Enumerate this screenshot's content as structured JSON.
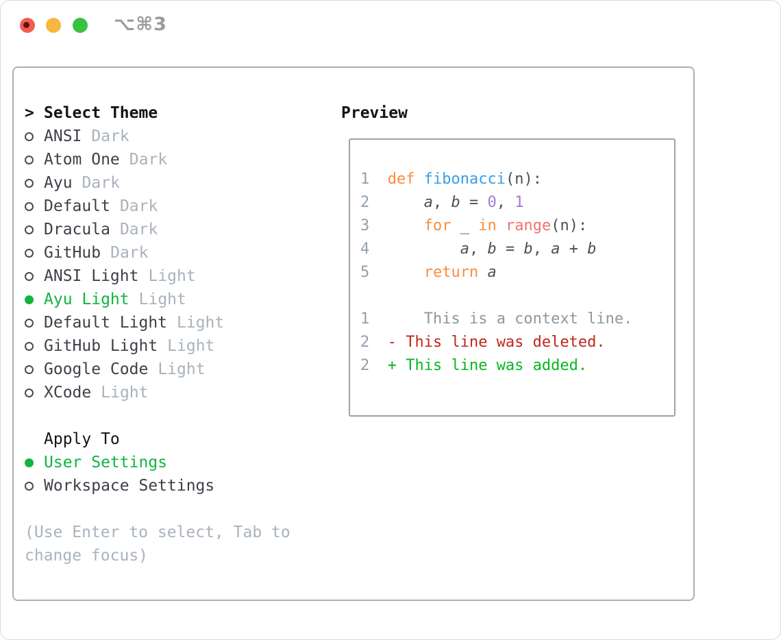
{
  "titlebar": {
    "shortcut": "⌥⌘3"
  },
  "theme_picker": {
    "pointer": ">",
    "title": "Select Theme",
    "items": [
      {
        "name": "ANSI",
        "variant": "Dark",
        "state": "normal"
      },
      {
        "name": "Atom One",
        "variant": "Dark",
        "state": "normal"
      },
      {
        "name": "Ayu",
        "variant": "Dark",
        "state": "normal"
      },
      {
        "name": "Default",
        "variant": "Dark",
        "state": "normal"
      },
      {
        "name": "Dracula",
        "variant": "Dark",
        "state": "normal"
      },
      {
        "name": "GitHub",
        "variant": "Dark",
        "state": "normal"
      },
      {
        "name": "ANSI Light",
        "variant": "Light",
        "state": "normal"
      },
      {
        "name": "Ayu Light",
        "variant": "Light",
        "state": "selected"
      },
      {
        "name": "Default Light",
        "variant": "Light",
        "state": "normal"
      },
      {
        "name": "GitHub Light",
        "variant": "Light",
        "state": "normal"
      },
      {
        "name": "Google Code",
        "variant": "Light",
        "state": "normal"
      },
      {
        "name": "XCode",
        "variant": "Light",
        "state": "normal"
      }
    ]
  },
  "apply_to": {
    "title": "Apply To",
    "options": [
      {
        "label": "User Settings",
        "state": "selected"
      },
      {
        "label": "Workspace Settings",
        "state": "normal"
      }
    ]
  },
  "help": {
    "text": "(Use Enter to select, Tab to change focus)"
  },
  "preview": {
    "title": "Preview",
    "lines": [
      {
        "segments": [
          {
            "c": "num",
            "t": "1  "
          },
          {
            "c": "kw",
            "t": "def "
          },
          {
            "c": "fn",
            "t": "fibonacci"
          },
          {
            "c": "pl",
            "t": "(n):"
          }
        ]
      },
      {
        "segments": [
          {
            "c": "num",
            "t": "2  "
          },
          {
            "c": "pl",
            "t": "    "
          },
          {
            "c": "var",
            "t": "a"
          },
          {
            "c": "pl",
            "t": ", "
          },
          {
            "c": "var",
            "t": "b"
          },
          {
            "c": "pl",
            "t": " = "
          },
          {
            "c": "const",
            "t": "0"
          },
          {
            "c": "pl",
            "t": ", "
          },
          {
            "c": "const",
            "t": "1"
          }
        ]
      },
      {
        "segments": [
          {
            "c": "num",
            "t": "3  "
          },
          {
            "c": "pl",
            "t": "    "
          },
          {
            "c": "kw",
            "t": "for"
          },
          {
            "c": "pl",
            "t": " _ "
          },
          {
            "c": "kw",
            "t": "in "
          },
          {
            "c": "call",
            "t": "range"
          },
          {
            "c": "pl",
            "t": "(n):"
          }
        ]
      },
      {
        "segments": [
          {
            "c": "num",
            "t": "4  "
          },
          {
            "c": "pl",
            "t": "        "
          },
          {
            "c": "var",
            "t": "a"
          },
          {
            "c": "pl",
            "t": ", "
          },
          {
            "c": "var",
            "t": "b"
          },
          {
            "c": "pl",
            "t": " = "
          },
          {
            "c": "var",
            "t": "b"
          },
          {
            "c": "pl",
            "t": ", "
          },
          {
            "c": "var",
            "t": "a"
          },
          {
            "c": "pl",
            "t": " + "
          },
          {
            "c": "var",
            "t": "b"
          }
        ]
      },
      {
        "segments": [
          {
            "c": "num",
            "t": "5  "
          },
          {
            "c": "pl",
            "t": "    "
          },
          {
            "c": "kw",
            "t": "return "
          },
          {
            "c": "var",
            "t": "a"
          }
        ]
      },
      {
        "segments": []
      },
      {
        "segments": [
          {
            "c": "num",
            "t": "1"
          },
          {
            "c": "pl",
            "t": "      "
          },
          {
            "c": "ctx",
            "t": "This is a context line."
          }
        ]
      },
      {
        "segments": [
          {
            "c": "num",
            "t": "2"
          },
          {
            "c": "pl",
            "t": "  "
          },
          {
            "c": "del",
            "t": "- This line was deleted."
          }
        ]
      },
      {
        "segments": [
          {
            "c": "num",
            "t": "2"
          },
          {
            "c": "pl",
            "t": "  "
          },
          {
            "c": "add",
            "t": "+ This line was added."
          }
        ]
      }
    ]
  },
  "colors": {
    "selected_green": "#12b43e",
    "keyword_orange": "#fa8d3e",
    "function_blue": "#399ee6",
    "constant_purple": "#a37acc",
    "builtin_coral": "#f07171",
    "deleted_red": "#c1261b",
    "added_green": "#04b81f",
    "muted_gray": "#a9b2bc",
    "line_number_gray": "#939eae",
    "traffic_red": "#f25d52",
    "traffic_yellow": "#f5b73d",
    "traffic_green": "#36c33f"
  }
}
